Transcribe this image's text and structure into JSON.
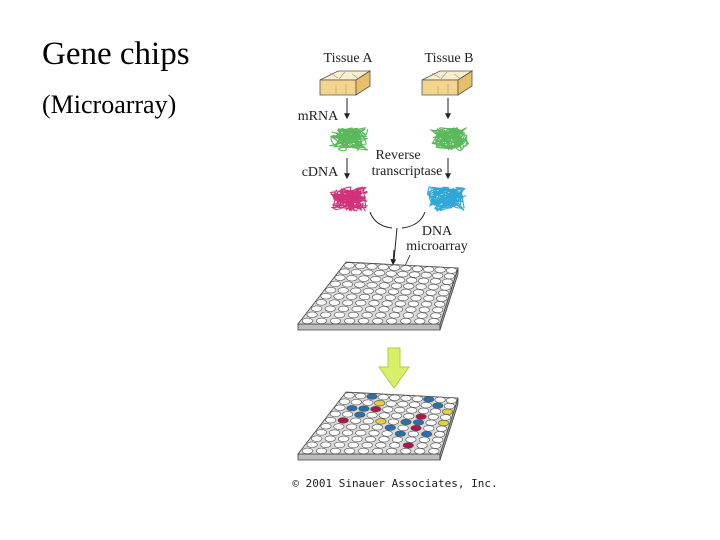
{
  "title": "Gene chips",
  "subtitle": "(Microarray)",
  "labels": {
    "tissue_a": "Tissue A",
    "tissue_b": "Tissue B",
    "mrna": "mRNA",
    "cdna": "cDNA",
    "reverse": "Reverse",
    "transcriptase": "transcriptase",
    "dna": "DNA",
    "microarray": "microarray"
  },
  "copyright": "© 2001 Sinauer Associates, Inc.",
  "colors": {
    "tissue": "#f2d48c",
    "mrna": "#5bb85b",
    "cdna_a": "#d2327a",
    "cdna_b": "#2ea6d6",
    "arrow_fill": "#d8ef6a",
    "spot_blue": "#2a6fa8",
    "spot_red": "#b0154f",
    "spot_yellow": "#e6cf3a"
  },
  "result_spots": [
    {
      "row": 0,
      "col": 2,
      "color": "blue"
    },
    {
      "row": 0,
      "col": 7,
      "color": "blue"
    },
    {
      "row": 1,
      "col": 3,
      "color": "yellow"
    },
    {
      "row": 1,
      "col": 8,
      "color": "blue"
    },
    {
      "row": 2,
      "col": 1,
      "color": "blue"
    },
    {
      "row": 2,
      "col": 2,
      "color": "blue"
    },
    {
      "row": 2,
      "col": 3,
      "color": "red"
    },
    {
      "row": 2,
      "col": 9,
      "color": "yellow"
    },
    {
      "row": 3,
      "col": 2,
      "color": "blue"
    },
    {
      "row": 3,
      "col": 7,
      "color": "red"
    },
    {
      "row": 4,
      "col": 1,
      "color": "red"
    },
    {
      "row": 4,
      "col": 4,
      "color": "yellow"
    },
    {
      "row": 4,
      "col": 6,
      "color": "blue"
    },
    {
      "row": 4,
      "col": 7,
      "color": "blue"
    },
    {
      "row": 4,
      "col": 9,
      "color": "yellow"
    },
    {
      "row": 5,
      "col": 5,
      "color": "blue"
    },
    {
      "row": 5,
      "col": 7,
      "color": "red"
    },
    {
      "row": 6,
      "col": 6,
      "color": "blue"
    },
    {
      "row": 6,
      "col": 8,
      "color": "blue"
    },
    {
      "row": 8,
      "col": 7,
      "color": "red"
    }
  ]
}
